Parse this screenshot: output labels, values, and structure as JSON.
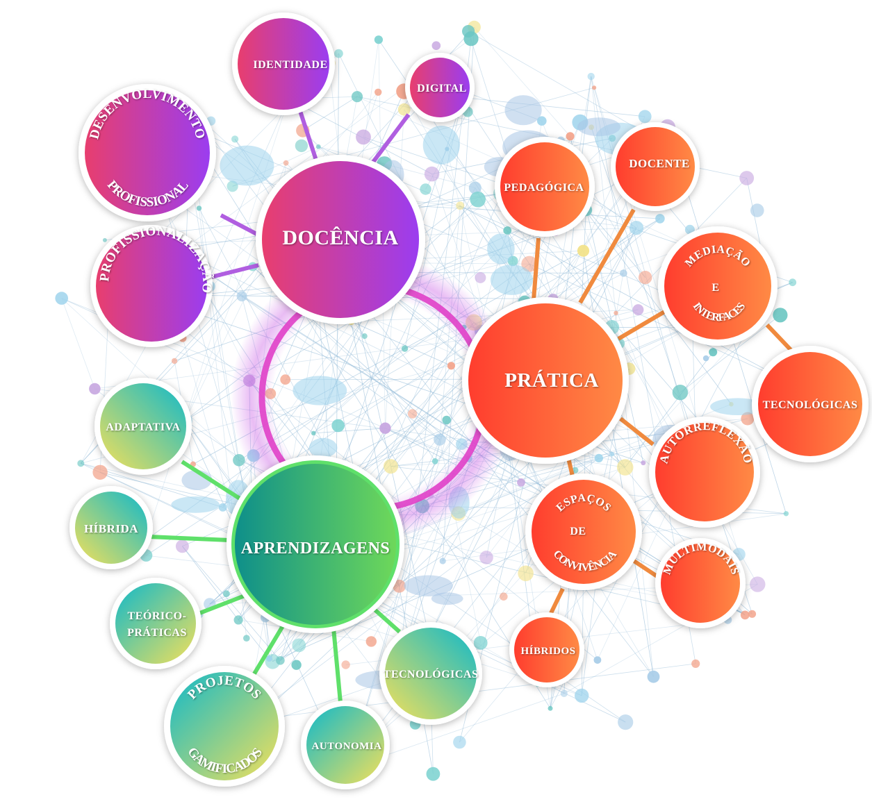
{
  "diagram": {
    "hubs": [
      {
        "id": "docencia",
        "label": "DOCÊNCIA",
        "group": "purple"
      },
      {
        "id": "pratica",
        "label": "PRÁTICA",
        "group": "orange"
      },
      {
        "id": "aprendizagens",
        "label": "APRENDIZAGENS",
        "group": "green"
      }
    ],
    "nodes": {
      "desenvolvimento_profissional": {
        "line1": "DESENVOLVIMENTO",
        "line2": "PROFISSIONAL"
      },
      "identidade": {
        "label": "IDENTIDADE"
      },
      "digital": {
        "label": "DIGITAL"
      },
      "profissionalizacao": {
        "label": "PROFISSIONALIZAÇÃO"
      },
      "pedagogica": {
        "label": "PEDAGÓGICA"
      },
      "docente": {
        "label": "DOCENTE"
      },
      "mediacao_interfaces": {
        "line1": "MEDIAÇÃO",
        "line2": "E",
        "line3": "INTERFACES"
      },
      "tecnologicas_pratica": {
        "label": "TECNOLÓGICAS"
      },
      "autorreflexao": {
        "label": "AUTORREFLEXÃO"
      },
      "espacos_convivencia": {
        "line1": "ESPAÇOS",
        "line2": "DE",
        "line3": "CONVIVÊNCIA"
      },
      "multimodais": {
        "label": "MULTIMODAIS"
      },
      "hibridos": {
        "label": "HÍBRIDOS"
      },
      "adaptativa": {
        "label": "ADAPTATIVA"
      },
      "hibrida": {
        "label": "HÍBRIDA"
      },
      "teorico_praticas": {
        "line1": "TEÓRICO-",
        "line2": "PRÁTICAS"
      },
      "projetos_gamificados": {
        "line1": "PROJETOS",
        "line2": "GAMIFICADOS"
      },
      "autonomia": {
        "label": "AUTONOMIA"
      },
      "tecnologicas_aprendizagens": {
        "label": "TECNOLÓGICAS"
      }
    },
    "colors": {
      "purple_start": "#e83e6e",
      "purple_end": "#9b3df0",
      "orange_start": "#ff3d2e",
      "orange_end": "#ff8a45",
      "green_start": "#0e8f8a",
      "green_end": "#6ed85a",
      "teal_start": "#11b9c9",
      "teal_end": "#f3e05a",
      "purple_link": "#b05ee0",
      "orange_link": "#f08a3e",
      "green_link": "#5fe06a",
      "ring": "#e040c8"
    }
  }
}
